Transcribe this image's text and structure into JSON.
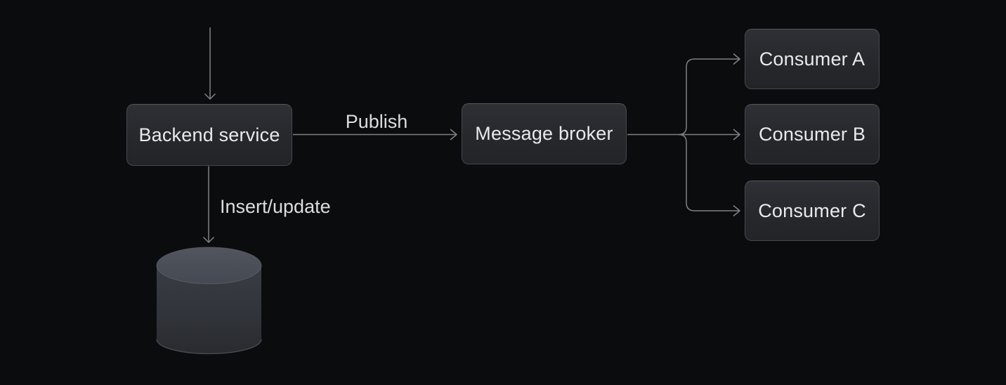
{
  "diagram": {
    "background_color": "#0b0c0e",
    "line_color": "#7f8288",
    "box_fill_color": "#27292e",
    "box_border_color": "#45484e",
    "text_color": "#e9eaec",
    "nodes": {
      "backend": {
        "label": "Backend service"
      },
      "broker": {
        "label": "Message broker"
      },
      "consumer_a": {
        "label": "Consumer A"
      },
      "consumer_b": {
        "label": "Consumer B"
      },
      "consumer_c": {
        "label": "Consumer C"
      },
      "database": {
        "shape": "database-cylinder",
        "fill_top": "#4a4e57",
        "fill_body": "#33363c"
      }
    },
    "edge_labels": {
      "publish": "Publish",
      "insert_update": "Insert/update"
    }
  }
}
